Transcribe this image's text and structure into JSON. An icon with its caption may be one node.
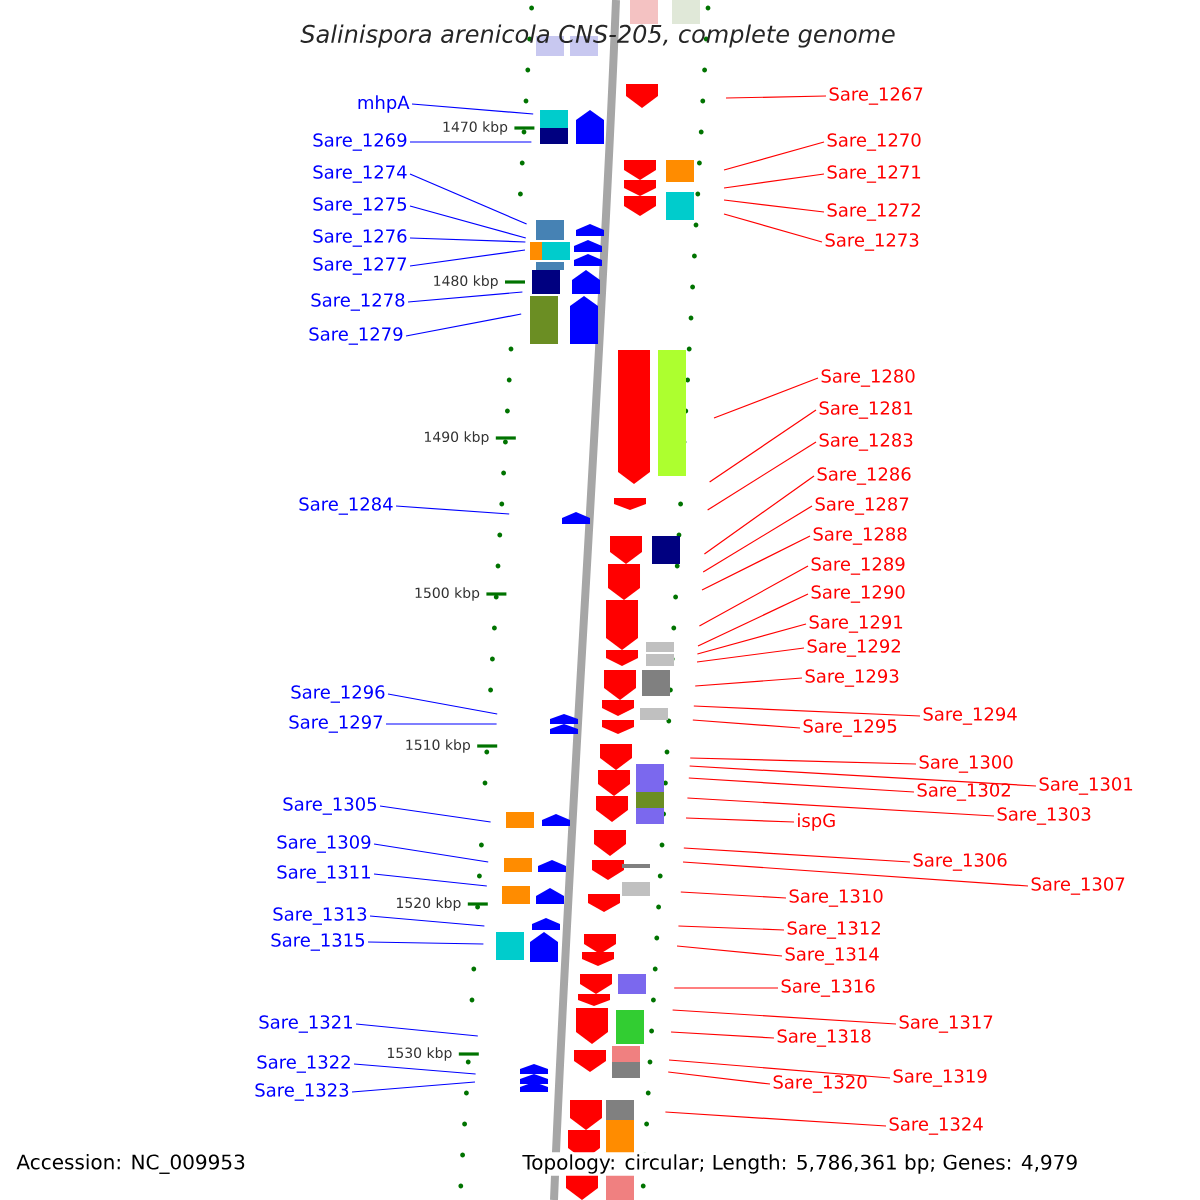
{
  "diagram": {
    "title": "*Salinispora arenicola* CNS-205, complete genome",
    "nodes": [
      {
        "text": [
          "mhpA"
        ]
      },
      {
        "text": [
          "Sare_1269"
        ]
      },
      {
        "text": [
          "Sare_1274"
        ]
      },
      {
        "text": [
          "Sare_1275"
        ]
      },
      {
        "text": [
          "Sare_1276"
        ]
      },
      {
        "text": [
          "Sare_1277"
        ]
      },
      {
        "text": [
          "Sare_1278"
        ]
      },
      {
        "text": [
          "Sare_1279"
        ]
      },
      {
        "text": [
          "Sare_1284"
        ]
      },
      {
        "text": [
          "Sare_1296"
        ]
      },
      {
        "text": [
          "Sare_1297"
        ]
      },
      {
        "text": [
          "Sare_1305"
        ]
      },
      {
        "text": [
          "Sare_1309"
        ]
      },
      {
        "text": [
          "Sare_1311"
        ]
      },
      {
        "text": [
          "Sare_1313"
        ]
      },
      {
        "text": [
          "Sare_1315"
        ]
      },
      {
        "text": [
          "Sare_1321"
        ]
      },
      {
        "text": [
          "Sare_1322"
        ]
      },
      {
        "text": [
          "Sare_1323"
        ]
      },
      {
        "text": [
          "Sare_1267"
        ]
      },
      {
        "text": [
          "Sare_1270"
        ]
      },
      {
        "text": [
          "Sare_1271"
        ]
      },
      {
        "text": [
          "Sare_1272"
        ]
      },
      {
        "text": [
          "Sare_1273"
        ]
      },
      {
        "text": [
          "Sare_1280"
        ]
      },
      {
        "text": [
          "Sare_1281"
        ]
      },
      {
        "text": [
          "Sare_1283"
        ]
      },
      {
        "text": [
          "Sare_1286"
        ]
      },
      {
        "text": [
          "Sare_1287"
        ]
      },
      {
        "text": [
          "Sare_1288"
        ]
      },
      {
        "text": [
          "Sare_1289"
        ]
      },
      {
        "text": [
          "Sare_1290"
        ]
      },
      {
        "text": [
          "Sare_1291"
        ]
      },
      {
        "text": [
          "Sare_1292"
        ]
      },
      {
        "text": [
          "Sare_1293"
        ]
      },
      {
        "text": [
          "Sare_1294"
        ]
      },
      {
        "text": [
          "Sare_1295"
        ]
      },
      {
        "text": [
          "Sare_1300"
        ]
      },
      {
        "text": [
          "Sare_1301"
        ]
      },
      {
        "text": [
          "Sare_1302"
        ]
      },
      {
        "text": [
          "Sare_1303"
        ]
      },
      {
        "text": [
          "ispG"
        ]
      },
      {
        "text": [
          "Sare_1306"
        ]
      },
      {
        "text": [
          "Sare_1307"
        ]
      },
      {
        "text": [
          "Sare_1310"
        ]
      },
      {
        "text": [
          "Sare_1312"
        ]
      },
      {
        "text": [
          "Sare_1314"
        ]
      },
      {
        "text": [
          "Sare_1316"
        ]
      },
      {
        "text": [
          "Sare_1317"
        ]
      },
      {
        "text": [
          "Sare_1318"
        ]
      },
      {
        "text": [
          "Sare_1319"
        ]
      },
      {
        "text": [
          "Sare_1320"
        ]
      },
      {
        "text": [
          "Sare_1324"
        ]
      }
    ],
    "edges": [
      {
        "from": 0,
        "to": null,
        "arrow": "none",
        "color": "#0000ff"
      },
      {
        "from": 1,
        "to": null,
        "arrow": "none",
        "color": "#0000ff"
      },
      {
        "from": 2,
        "to": null,
        "arrow": "none",
        "color": "#0000ff"
      },
      {
        "from": 3,
        "to": null,
        "arrow": "none",
        "color": "#0000ff"
      },
      {
        "from": 4,
        "to": null,
        "arrow": "none",
        "color": "#0000ff"
      },
      {
        "from": 5,
        "to": null,
        "arrow": "none",
        "color": "#0000ff"
      },
      {
        "from": 6,
        "to": null,
        "arrow": "none",
        "color": "#0000ff"
      },
      {
        "from": 7,
        "to": null,
        "arrow": "none",
        "color": "#0000ff"
      },
      {
        "from": 8,
        "to": null,
        "arrow": "none",
        "color": "#0000ff"
      },
      {
        "from": 9,
        "to": null,
        "arrow": "none",
        "color": "#0000ff"
      },
      {
        "from": 10,
        "to": null,
        "arrow": "none",
        "color": "#0000ff"
      },
      {
        "from": 11,
        "to": null,
        "arrow": "none",
        "color": "#0000ff"
      },
      {
        "from": 12,
        "to": null,
        "arrow": "none",
        "color": "#0000ff"
      },
      {
        "from": 13,
        "to": null,
        "arrow": "none",
        "color": "#0000ff"
      },
      {
        "from": 14,
        "to": null,
        "arrow": "none",
        "color": "#0000ff"
      },
      {
        "from": 15,
        "to": null,
        "arrow": "none",
        "color": "#0000ff"
      },
      {
        "from": 16,
        "to": null,
        "arrow": "none",
        "color": "#0000ff"
      },
      {
        "from": 17,
        "to": null,
        "arrow": "none",
        "color": "#0000ff"
      },
      {
        "from": 18,
        "to": null,
        "arrow": "none",
        "color": "#0000ff"
      },
      {
        "from": 19,
        "to": null,
        "arrow": "none"
      },
      {
        "from": 20,
        "to": null,
        "arrow": "none"
      },
      {
        "from": 21,
        "to": null,
        "arrow": "none"
      },
      {
        "from": 22,
        "to": null,
        "arrow": "none"
      },
      {
        "from": 23,
        "to": null,
        "arrow": "none"
      },
      {
        "from": 24,
        "to": null,
        "arrow": "none"
      },
      {
        "from": 25,
        "to": null,
        "arrow": "none"
      },
      {
        "from": 26,
        "to": null,
        "arrow": "none"
      },
      {
        "from": 27,
        "to": null,
        "arrow": "none"
      },
      {
        "from": 28,
        "to": null,
        "arrow": "none"
      },
      {
        "from": 29,
        "to": null,
        "arrow": "none"
      },
      {
        "from": 30,
        "to": null,
        "arrow": "none"
      },
      {
        "from": 31,
        "to": null,
        "arrow": "none"
      },
      {
        "from": 32,
        "to": null,
        "arrow": "none"
      },
      {
        "from": 33,
        "to": null,
        "arrow": "none"
      },
      {
        "from": 34,
        "to": null,
        "arrow": "none"
      },
      {
        "from": 35,
        "to": null,
        "arrow": "none"
      },
      {
        "from": 36,
        "to": null,
        "arrow": "none"
      },
      {
        "from": 37,
        "to": null,
        "arrow": "none"
      },
      {
        "from": 38,
        "to": null,
        "arrow": "none"
      },
      {
        "from": 39,
        "to": null,
        "arrow": "none"
      },
      {
        "from": 40,
        "to": null,
        "arrow": "none"
      },
      {
        "from": 41,
        "to": null,
        "arrow": "none"
      },
      {
        "from": 42,
        "to": null,
        "arrow": "none"
      },
      {
        "from": 43,
        "to": null,
        "arrow": "none"
      },
      {
        "from": 44,
        "to": null,
        "arrow": "none"
      },
      {
        "from": 45,
        "to": null,
        "arrow": "none"
      },
      {
        "from": 46,
        "to": null,
        "arrow": "none"
      },
      {
        "from": 47,
        "to": null,
        "arrow": "none"
      },
      {
        "from": 48,
        "to": null,
        "arrow": "none"
      },
      {
        "from": 49,
        "to": null,
        "arrow": "none"
      },
      {
        "from": 50,
        "to": null,
        "arrow": "none"
      },
      {
        "from": 51,
        "to": null,
        "arrow": "none"
      },
      {
        "from": 52,
        "to": null,
        "arrow": "none"
      }
    ],
    "labels": [
      "1470 kbp",
      "1480 kbp",
      "1490 kbp",
      "1500 kbp",
      "1510 kbp",
      "1520 kbp",
      "1530 kbp",
      "Accession: NC_009953",
      "Topology: circular; Length: 5,786,361 bp; Genes: 4,979"
    ]
  }
}
